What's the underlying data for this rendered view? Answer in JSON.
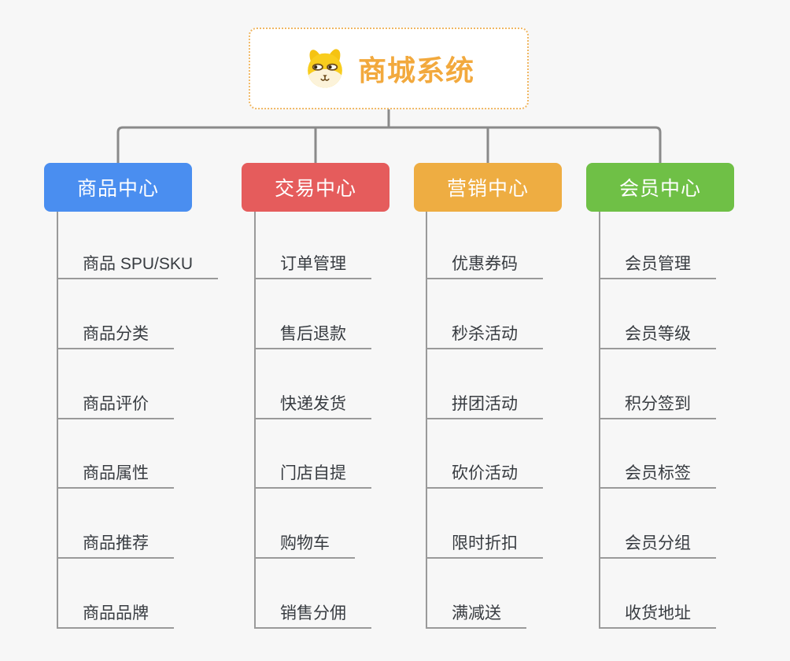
{
  "root": {
    "title": "商城系统",
    "icon": "dog-icon"
  },
  "branches": [
    {
      "label": "商品中心",
      "color": "#4a8ef0",
      "items": [
        "商品 SPU/SKU",
        "商品分类",
        "商品评价",
        "商品属性",
        "商品推荐",
        "商品品牌"
      ]
    },
    {
      "label": "交易中心",
      "color": "#e55c5c",
      "items": [
        "订单管理",
        "售后退款",
        "快递发货",
        "门店自提",
        "购物车",
        "销售分佣"
      ]
    },
    {
      "label": "营销中心",
      "color": "#eead42",
      "items": [
        "优惠券码",
        "秒杀活动",
        "拼团活动",
        "砍价活动",
        "限时折扣",
        "满减送"
      ]
    },
    {
      "label": "会员中心",
      "color": "#6fc046",
      "items": [
        "会员管理",
        "会员等级",
        "积分签到",
        "会员标签",
        "会员分组",
        "收货地址"
      ]
    }
  ],
  "colors": {
    "background": "#f7f7f7",
    "root_border": "#f0b763",
    "root_title": "#f2a93d",
    "connector": "#8a8a8a",
    "leaf_line": "#9a9a9a",
    "leaf_text": "#383c41"
  }
}
